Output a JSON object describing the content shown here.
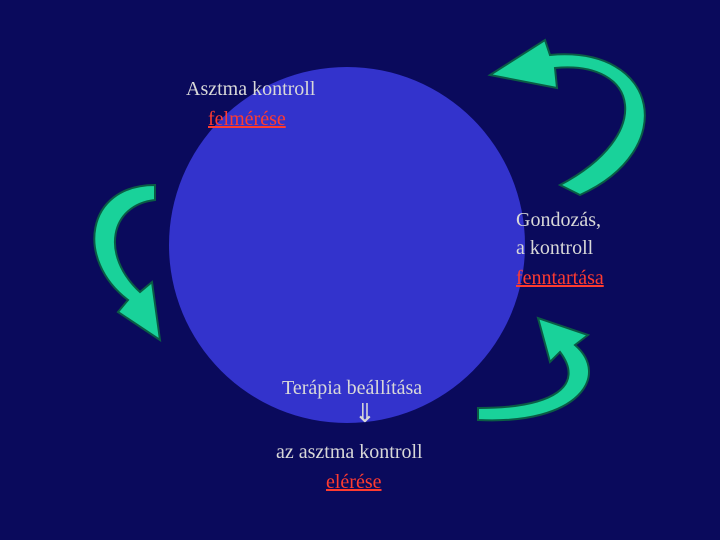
{
  "colors": {
    "background": "#0a0a5c",
    "circle": "#3333cc",
    "arrow_fill": "#19d29a",
    "arrow_stroke": "#0a5c45",
    "text": "#d8d8d8",
    "highlight": "#ff3b30"
  },
  "labels": {
    "top_line1": "Asztma kontroll",
    "top_line2": "felmérése",
    "right_line1": "Gondozás,",
    "right_line2": "a kontroll",
    "right_line3": "fenntartása",
    "bottom_line1": "Terápia beállítása",
    "bottom_arrow": "⇓",
    "bottom_line2": "az asztma kontroll",
    "bottom_line3": "elérése"
  }
}
